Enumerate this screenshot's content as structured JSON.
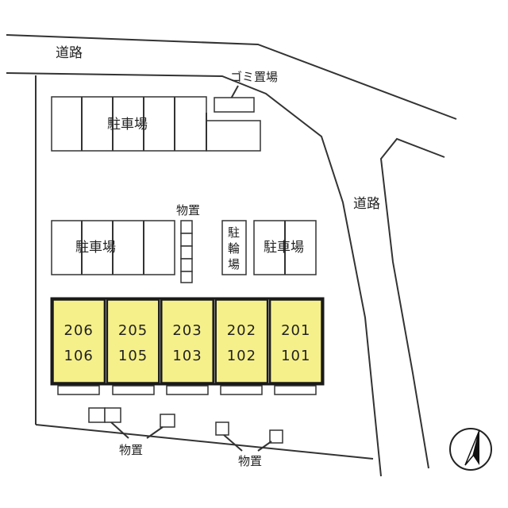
{
  "labels": {
    "road_top": "道路",
    "road_right": "道路",
    "garbage": "ゴミ置場",
    "parking_top": "駐車場",
    "parking_mid_left": "駐車場",
    "parking_mid_right": "駐車場",
    "storage_mid": "物置",
    "bicycle_v1": "駐",
    "bicycle_v2": "輪",
    "bicycle_v3": "場",
    "storage_bottom_left": "物置",
    "storage_bottom_right": "物置"
  },
  "units": [
    {
      "upper": "206",
      "lower": "106"
    },
    {
      "upper": "205",
      "lower": "105"
    },
    {
      "upper": "203",
      "lower": "103"
    },
    {
      "upper": "202",
      "lower": "102"
    },
    {
      "upper": "201",
      "lower": "101"
    }
  ],
  "colors": {
    "unit_fill": "#f5f08a",
    "unit_border": "#1a1a1a"
  },
  "icons": {
    "compass": "north-arrow-icon"
  }
}
